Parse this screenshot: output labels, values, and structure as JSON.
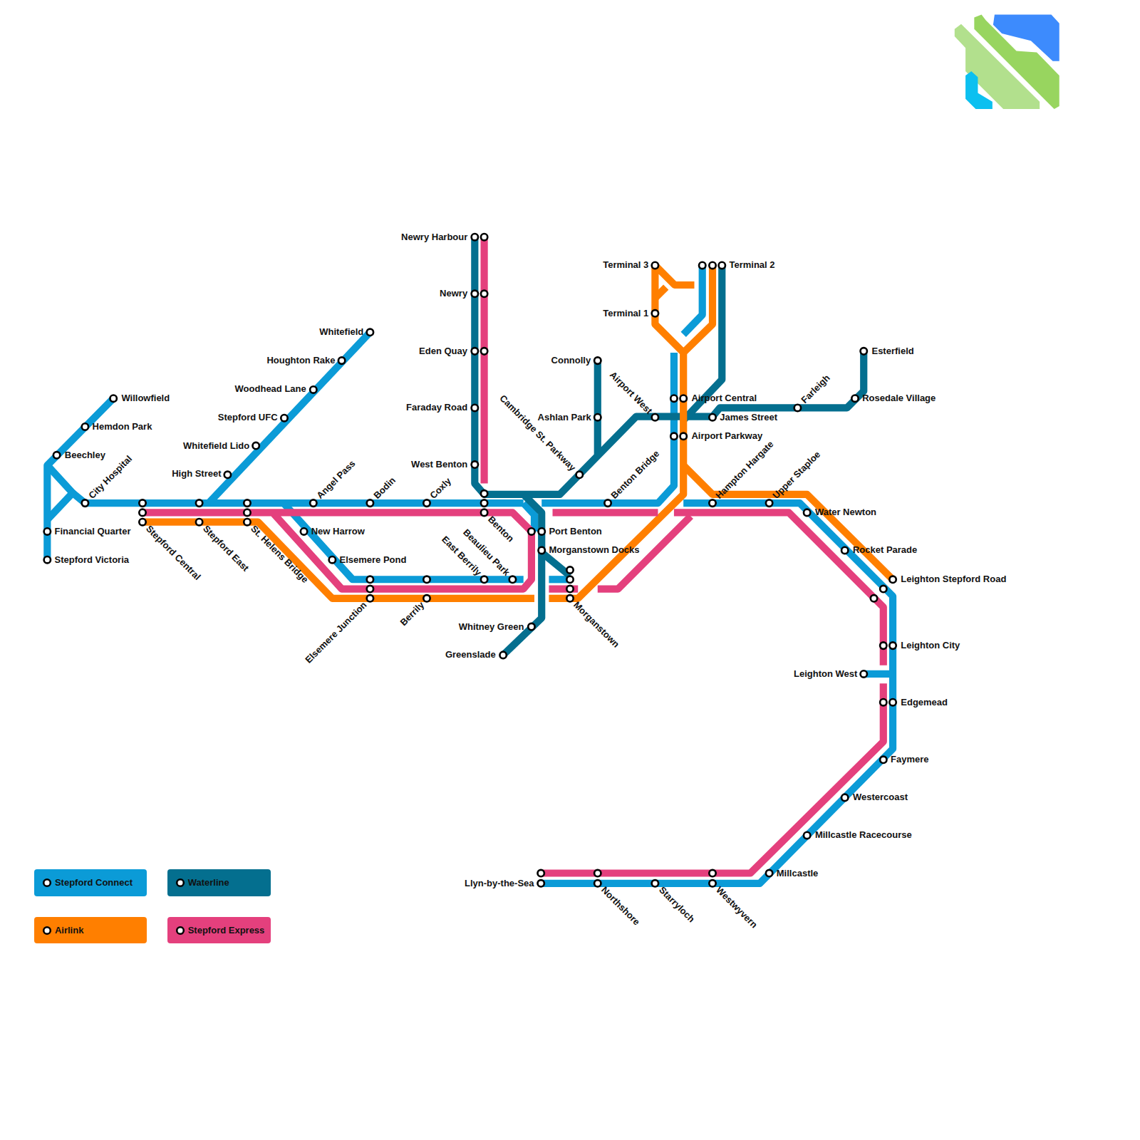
{
  "diagram": {
    "labels": [
      "Newry Harbour",
      "Newry",
      "Eden Quay",
      "Faraday Road",
      "West Benton",
      "Terminal 3",
      "Terminal 1",
      "Terminal 2",
      "Connolly",
      "Ashlan Park",
      "Airport Central",
      "James Street",
      "Airport Parkway",
      "Esterfield",
      "Rosedale Village",
      "Whitefield",
      "Houghton Rake",
      "Woodhead Lane",
      "Stepford UFC",
      "Whitefield Lido",
      "High Street",
      "Willowfield",
      "Hemdon Park",
      "Beechley",
      "Financial Quarter",
      "Stepford Victoria",
      "New Harrow",
      "Elsemere Pond",
      "Port Benton",
      "Morganstown Docks",
      "Whitney Green",
      "Greenslade",
      "Water Newton",
      "Rocket Parade",
      "Leighton Stepford Road",
      "Leighton City",
      "Leighton West",
      "Edgemead",
      "Faymere",
      "Westercoast",
      "Millcastle Racecourse",
      "Millcastle",
      "Llyn-by-the-Sea",
      "City Hospital",
      "Angel Pass",
      "Bodin",
      "Coxly",
      "Benton Bridge",
      "Hampton Hargate",
      "Upper Staploe",
      "Farleigh",
      "Stepford Central",
      "Stepford East",
      "St. Helens Bridge",
      "Benton",
      "Morganstown",
      "Northshore",
      "Starryloch",
      "Westwyvern",
      "Airport West",
      "Cambridge St. Parkway",
      "Beaulieu Park",
      "East Berrily",
      "Berrily",
      "Elsemere Junction"
    ],
    "legend": [
      {
        "text": "Stepford Connect",
        "color": "#0b9bd7"
      },
      {
        "text": "Waterline",
        "color": "#046f8f"
      },
      {
        "text": "Airlink",
        "color": "#ff7f00"
      },
      {
        "text": "Stepford Express",
        "color": "#e4407d"
      }
    ]
  }
}
